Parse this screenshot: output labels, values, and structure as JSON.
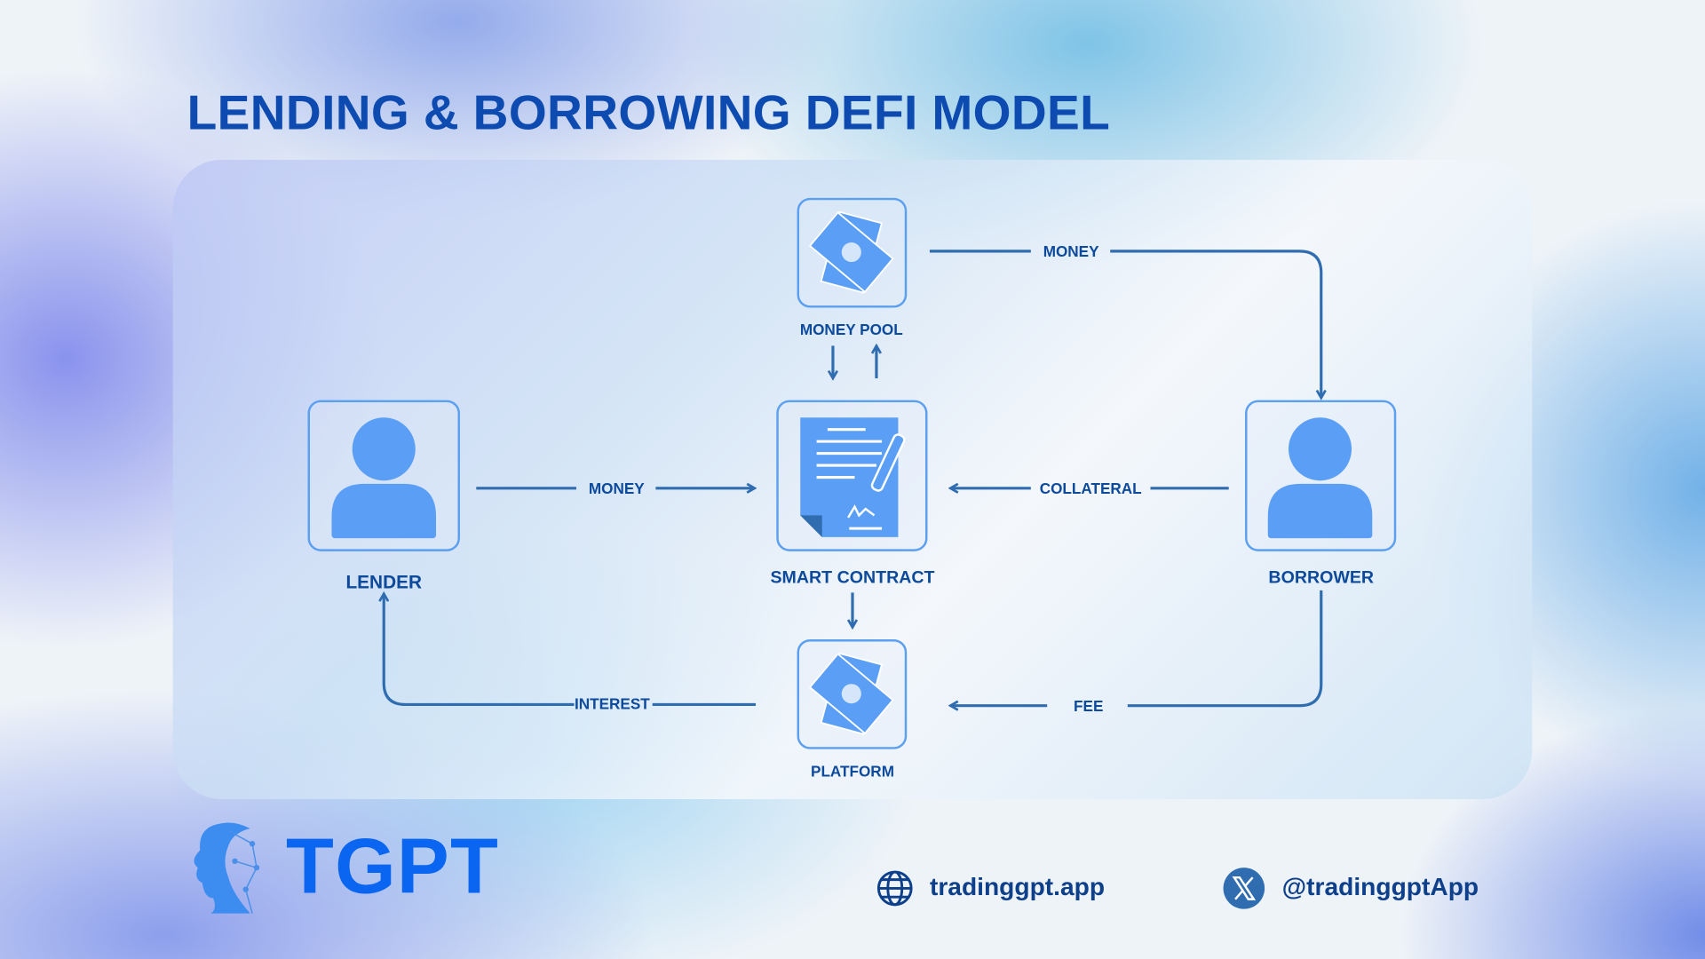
{
  "title": "LENDING & BORROWING DEFI MODEL",
  "nodes": {
    "money_pool": "MONEY POOL",
    "lender": "LENDER",
    "smart_contract": "SMART CONTRACT",
    "borrower": "BORROWER",
    "platform": "PLATFORM"
  },
  "flows": {
    "lender_money": "MONEY",
    "pool_money": "MONEY",
    "collateral": "COLLATERAL",
    "fee": "FEE",
    "interest": "INTEREST"
  },
  "brand": {
    "name": "TGPT",
    "website": "tradinggpt.app",
    "twitter": "@tradinggptApp"
  },
  "colors": {
    "accent": "#5b9ff0",
    "text": "#0d4a9c",
    "line": "#2f6db0",
    "brand": "#0a66f0"
  },
  "icons": [
    "money-icon",
    "person-icon",
    "contract-icon",
    "globe-icon",
    "x-logo-icon",
    "brain-head-logo"
  ]
}
